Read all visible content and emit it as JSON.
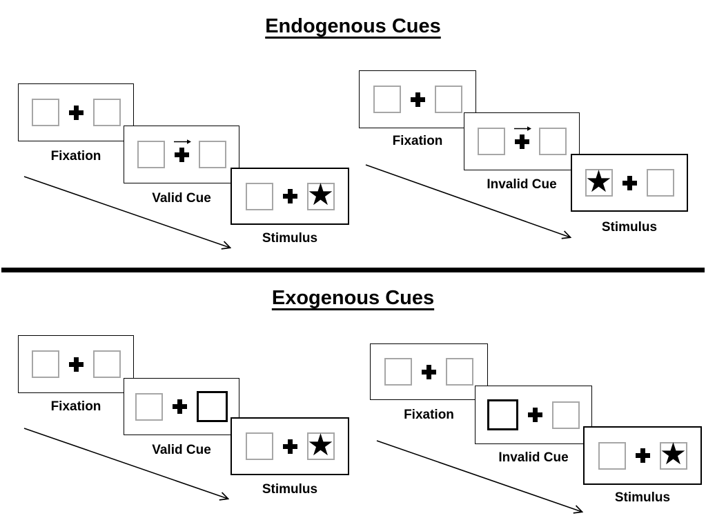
{
  "sections": [
    {
      "id": "endogenous",
      "title": "Endogenous Cues",
      "trials": [
        {
          "type": "valid",
          "cue_style": "central-arrow-pointing-right",
          "stimulus_side": "right",
          "labels": {
            "fixation": "Fixation",
            "cue": "Valid Cue",
            "stimulus": "Stimulus"
          }
        },
        {
          "type": "invalid",
          "cue_style": "central-arrow-pointing-right",
          "stimulus_side": "left",
          "labels": {
            "fixation": "Fixation",
            "cue": "Invalid Cue",
            "stimulus": "Stimulus"
          }
        }
      ]
    },
    {
      "id": "exogenous",
      "title": "Exogenous Cues",
      "trials": [
        {
          "type": "valid",
          "cue_style": "bold-box-right",
          "stimulus_side": "right",
          "labels": {
            "fixation": "Fixation",
            "cue": "Valid Cue",
            "stimulus": "Stimulus"
          }
        },
        {
          "type": "invalid",
          "cue_style": "bold-box-left",
          "stimulus_side": "right",
          "labels": {
            "fixation": "Fixation",
            "cue": "Invalid Cue",
            "stimulus": "Stimulus"
          }
        }
      ]
    }
  ],
  "icons": {
    "star": "★"
  },
  "colors": {
    "box_border": "#a6a6a6",
    "ink": "#000000",
    "background": "#ffffff"
  }
}
